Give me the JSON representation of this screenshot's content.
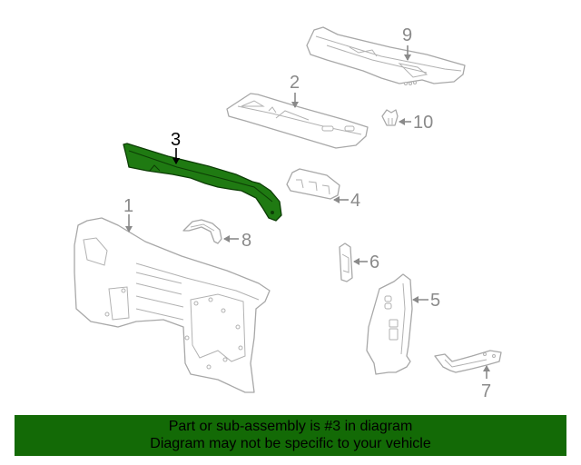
{
  "diagram": {
    "highlighted_part": "3",
    "highlight_color": "#1f7a12",
    "callouts": [
      {
        "id": "1",
        "label": "1"
      },
      {
        "id": "2",
        "label": "2"
      },
      {
        "id": "3",
        "label": "3"
      },
      {
        "id": "4",
        "label": "4"
      },
      {
        "id": "5",
        "label": "5"
      },
      {
        "id": "6",
        "label": "6"
      },
      {
        "id": "7",
        "label": "7"
      },
      {
        "id": "8",
        "label": "8"
      },
      {
        "id": "9",
        "label": "9"
      },
      {
        "id": "10",
        "label": "10"
      }
    ]
  },
  "banner": {
    "line1": "Part or sub-assembly is #3 in diagram",
    "line2": "Diagram may not be specific to your vehicle",
    "background": "#136a06"
  }
}
